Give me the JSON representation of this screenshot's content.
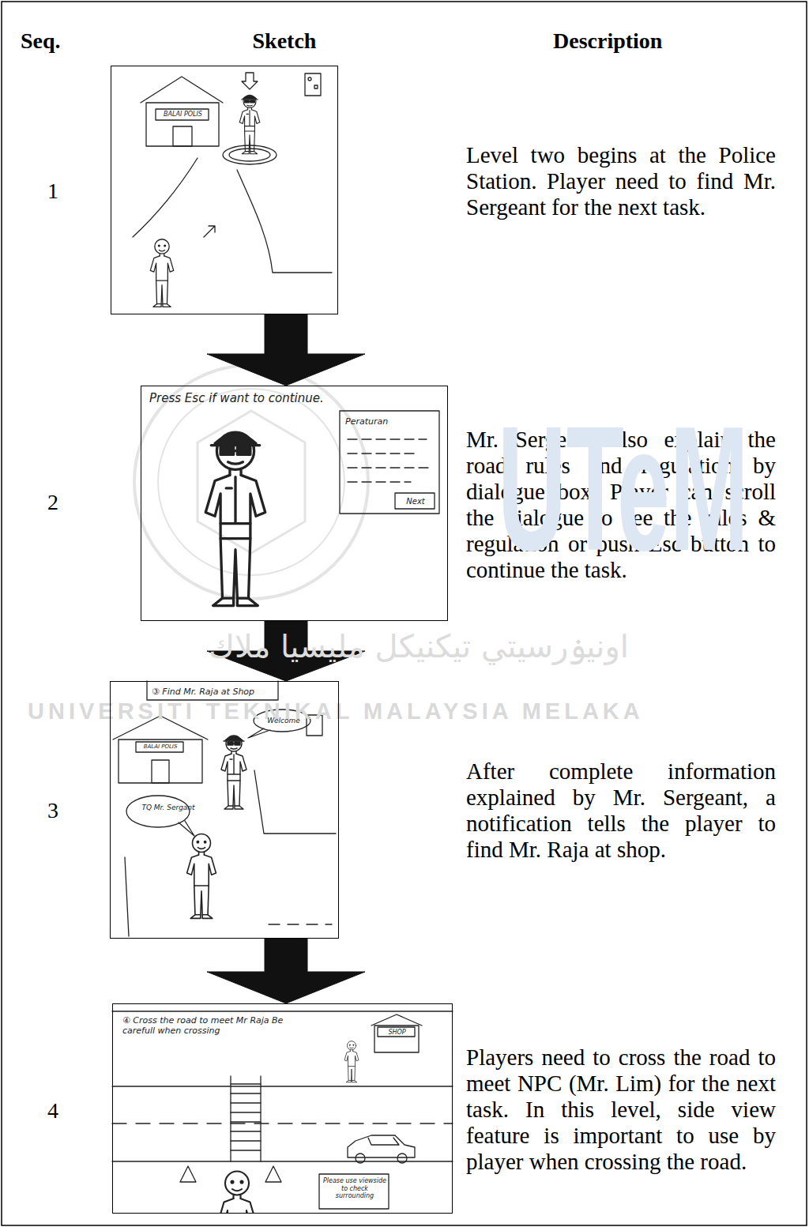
{
  "diagram": {
    "nodes": [
      {
        "text": [
          "BALAI POLIS"
        ]
      },
      {
        "text": [
          "Press Esc if want to continue.",
          "Peraturan",
          "Next"
        ]
      },
      {
        "text": [
          "③ Find Mr. Raja at Shop",
          "BALAI POLIS",
          "Welcome",
          "TQ Mr. Sergant"
        ]
      },
      {
        "text": [
          "④ Cross the road to meet Mr Raja Be carefull when crossing",
          "SHOP",
          "Please use viewside to check surrounding"
        ]
      }
    ],
    "edges": [
      {
        "from": 0,
        "to": 1,
        "arrow": "to"
      },
      {
        "from": 1,
        "to": 2,
        "arrow": "to"
      },
      {
        "from": 2,
        "to": 3,
        "arrow": "to"
      }
    ],
    "labels": [
      "Seq.",
      "Sketch",
      "Description",
      "1",
      "Level two begins at the Police Station. Player need to find Mr. Sergeant for the next task.",
      "2",
      "Mr. Sergeant also explain the road rules and regulation by dialogue box. Player can scroll the dialogue to see the rules & regulation or push Esc button to continue the task.",
      "UTeM",
      "اونيۏرسيتي تيكنيكل مليسيا ملاك",
      "UNIVERSITI TEKNIKAL MALAYSIA MELAKA",
      "3",
      "After complete information explained by Mr. Sergeant, a notification tells the player to find Mr. Raja at shop.",
      "4",
      "Players need to cross the road to meet NPC (Mr. Lim) for the next task. In this level, side view feature is important to use by player when crossing the road."
    ]
  }
}
